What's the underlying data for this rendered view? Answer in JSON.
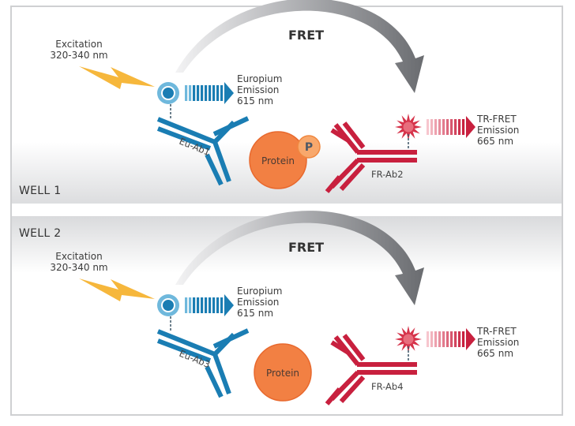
{
  "colors": {
    "europium_blue": "#1a7db3",
    "europium_light": "#6fb8dc",
    "fr_red": "#c8203e",
    "fr_star": "#d6334a",
    "protein_orange": "#f28043",
    "phospho_light": "#f8a86c",
    "lightning_yellow": "#f6b73c",
    "fret_arrow_gray": "#707276",
    "well_label_bg": "#dfe0e2"
  },
  "wells": [
    {
      "label": "WELL 1",
      "fret_label": "FRET",
      "excitation": {
        "line1": "Excitation",
        "line2": "320-340 nm",
        "icon": "lightning-icon"
      },
      "europium_emission": {
        "line1": "Europium",
        "line2": "Emission",
        "line3": "615 nm"
      },
      "donor_antibody": "Eu-Ab1",
      "protein": {
        "label": "Protein",
        "phosphorylated": true,
        "phospho_label": "P"
      },
      "acceptor_antibody": "FR-Ab2",
      "tr_fret_emission": {
        "line1": "TR-FRET",
        "line2": "Emission",
        "line3": "665 nm"
      }
    },
    {
      "label": "WELL 2",
      "fret_label": "FRET",
      "excitation": {
        "line1": "Excitation",
        "line2": "320-340 nm",
        "icon": "lightning-icon"
      },
      "europium_emission": {
        "line1": "Europium",
        "line2": "Emission",
        "line3": "615 nm"
      },
      "donor_antibody": "Eu-Ab3",
      "protein": {
        "label": "Protein",
        "phosphorylated": false,
        "phospho_label": ""
      },
      "acceptor_antibody": "FR-Ab4",
      "tr_fret_emission": {
        "line1": "TR-FRET",
        "line2": "Emission",
        "line3": "665 nm"
      }
    }
  ]
}
